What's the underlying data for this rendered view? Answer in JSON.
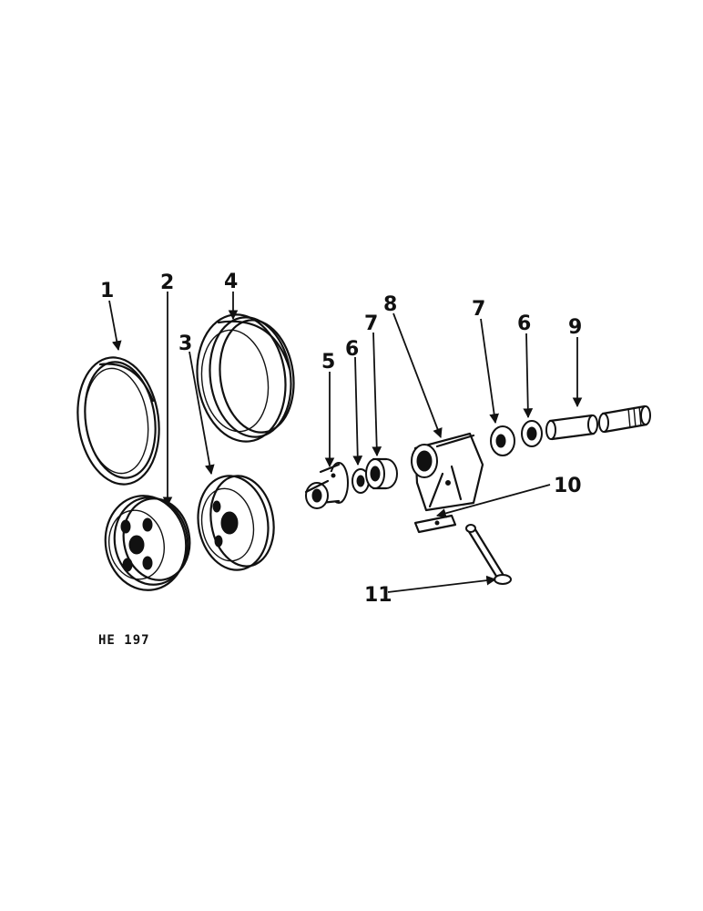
{
  "figure_id": "HE 197",
  "callouts": {
    "c1": "1",
    "c2": "2",
    "c3": "3",
    "c4": "4",
    "c5": "5",
    "c6a": "6",
    "c7a": "7",
    "c8": "8",
    "c7b": "7",
    "c6b": "6",
    "c9": "9",
    "c10": "10",
    "c11": "11"
  }
}
